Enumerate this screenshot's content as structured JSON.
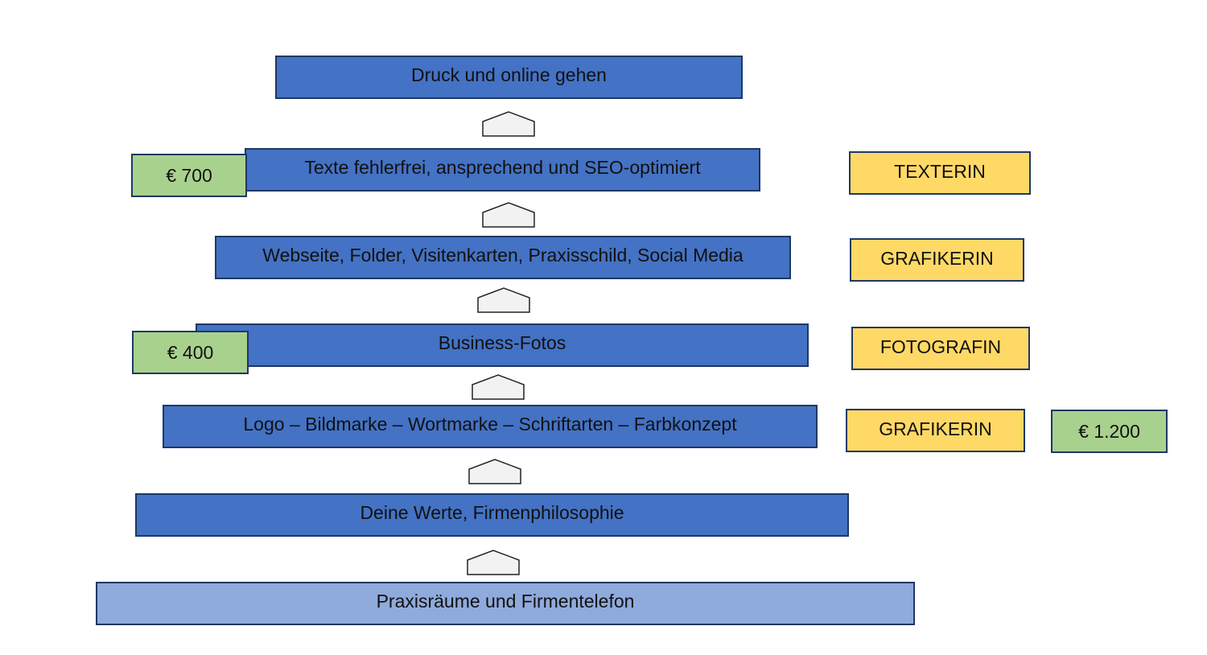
{
  "steps": [
    "Druck und online gehen",
    "Texte fehlerfrei, ansprechend und SEO-optimiert",
    "Webseite, Folder, Visitenkarten, Praxisschild, Social Media",
    "Business-Fotos",
    "Logo – Bildmarke – Wortmarke –  Schriftarten – Farbkonzept",
    "Deine Werte, Firmenphilosophie",
    "Praxisräume und Firmentelefon"
  ],
  "roles": [
    "TEXTERIN",
    "GRAFIKERIN",
    "FOTOGRAFIN",
    "GRAFIKERIN"
  ],
  "prices": [
    "€ 700",
    "€ 400",
    "€ 1.200"
  ],
  "colors": {
    "step": "#4472c4",
    "base_step": "#8faadc",
    "role": "#ffd966",
    "price": "#a9d18e",
    "border": "#1f3864",
    "arrow_fill": "#f2f2f2"
  }
}
